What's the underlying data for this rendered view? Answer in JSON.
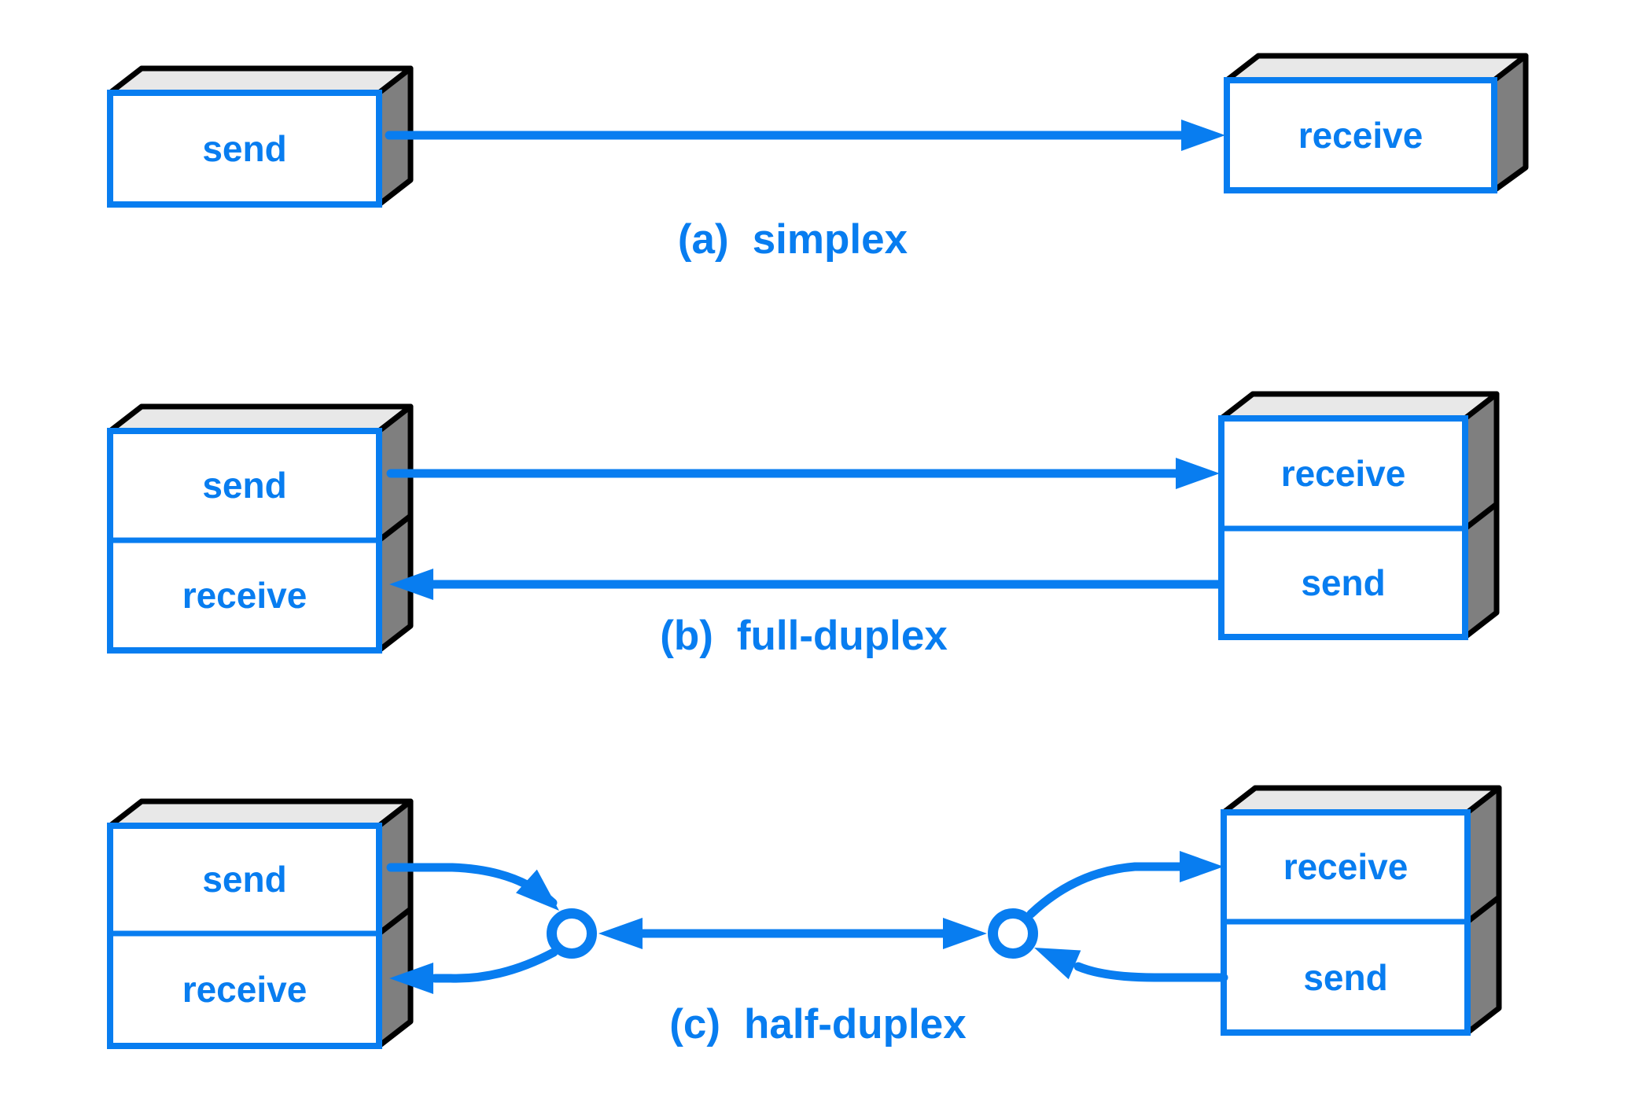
{
  "figure": {
    "colors": {
      "accent_blue": "#087df0",
      "box_top_gray": "#e8e8e8",
      "box_side_gray": "#7f7f7f",
      "edge_black": "#000000",
      "background": "#ffffff"
    },
    "sections": [
      {
        "caption_prefix": "(a)",
        "caption_label": "simplex",
        "left_box": {
          "compartments": [
            "send"
          ]
        },
        "right_box": {
          "compartments": [
            "receive"
          ]
        }
      },
      {
        "caption_prefix": "(b)",
        "caption_label": "full-duplex",
        "left_box": {
          "compartments": [
            "send",
            "receive"
          ]
        },
        "right_box": {
          "compartments": [
            "receive",
            "send"
          ]
        }
      },
      {
        "caption_prefix": "(c)",
        "caption_label": "half-duplex",
        "left_box": {
          "compartments": [
            "send",
            "receive"
          ]
        },
        "right_box": {
          "compartments": [
            "receive",
            "send"
          ]
        }
      }
    ]
  }
}
